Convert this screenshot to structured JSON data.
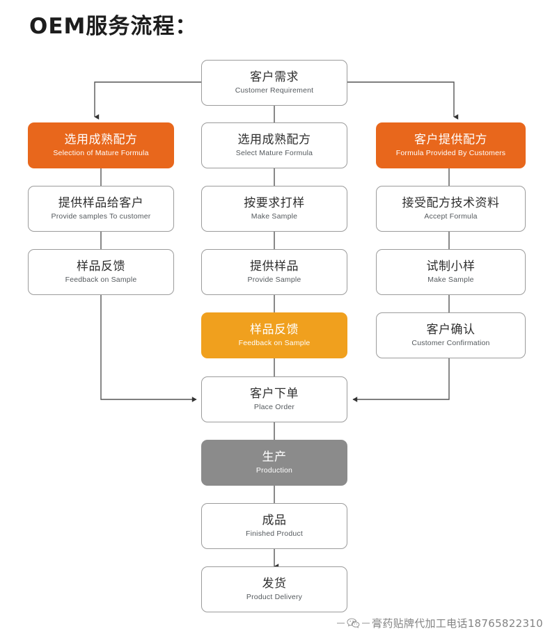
{
  "title": "OEM服务流程：",
  "colors": {
    "orange": "#e8671c",
    "amber": "#f0a01e",
    "gray": "#8b8b8b",
    "box_border": "#9b9b9b",
    "line": "#555555",
    "background": "#ffffff"
  },
  "chart_data": {
    "type": "diagram",
    "title": "OEM服务流程：",
    "orientation": "top-down",
    "columns": [
      "left",
      "center",
      "right"
    ],
    "nodes": [
      {
        "id": "customer-requirement",
        "cn": "客户需求",
        "en": "Customer Requirement",
        "column": "center",
        "style": "plain"
      },
      {
        "id": "selection-mature-formula",
        "cn": "选用成熟配方",
        "en": "Selection of Mature Formula",
        "column": "left",
        "style": "orange"
      },
      {
        "id": "select-mature-formula",
        "cn": "选用成熟配方",
        "en": "Select Mature Formula",
        "column": "center",
        "style": "plain"
      },
      {
        "id": "formula-provided",
        "cn": "客户提供配方",
        "en": "Formula  Provided By Customers",
        "column": "right",
        "style": "orange"
      },
      {
        "id": "provide-samples-customer",
        "cn": "提供样品给客户",
        "en": "Provide samples To customer",
        "column": "left",
        "style": "plain"
      },
      {
        "id": "make-sample-request",
        "cn": "按要求打样",
        "en": "Make Sample",
        "column": "center",
        "style": "plain"
      },
      {
        "id": "accept-formula",
        "cn": "接受配方技术资料",
        "en": "Accept Formula",
        "column": "right",
        "style": "plain"
      },
      {
        "id": "feedback-sample-left",
        "cn": "样品反馈",
        "en": "Feedback on Sample",
        "column": "left",
        "style": "plain"
      },
      {
        "id": "provide-sample",
        "cn": "提供样品",
        "en": "Provide Sample",
        "column": "center",
        "style": "plain"
      },
      {
        "id": "make-sample-trial",
        "cn": "试制小样",
        "en": "Make Sample",
        "column": "right",
        "style": "plain"
      },
      {
        "id": "feedback-sample-center",
        "cn": "样品反馈",
        "en": "Feedback on Sample",
        "column": "center",
        "style": "amber"
      },
      {
        "id": "customer-confirmation",
        "cn": "客户确认",
        "en": "Customer Confirmation",
        "column": "right",
        "style": "plain"
      },
      {
        "id": "place-order",
        "cn": "客户下单",
        "en": "Place Order",
        "column": "center",
        "style": "plain"
      },
      {
        "id": "production",
        "cn": "生产",
        "en": "Production",
        "column": "center",
        "style": "gray"
      },
      {
        "id": "finished-product",
        "cn": "成品",
        "en": "Finished Product",
        "column": "center",
        "style": "plain"
      },
      {
        "id": "product-delivery",
        "cn": "发货",
        "en": "Product Delivery",
        "column": "center",
        "style": "plain"
      }
    ],
    "edges": [
      {
        "from": "customer-requirement",
        "to": "selection-mature-formula",
        "arrow": true
      },
      {
        "from": "customer-requirement",
        "to": "select-mature-formula",
        "arrow": false
      },
      {
        "from": "customer-requirement",
        "to": "formula-provided",
        "arrow": true
      },
      {
        "from": "selection-mature-formula",
        "to": "provide-samples-customer",
        "arrow": false
      },
      {
        "from": "provide-samples-customer",
        "to": "feedback-sample-left",
        "arrow": false
      },
      {
        "from": "feedback-sample-left",
        "to": "place-order",
        "arrow": true
      },
      {
        "from": "select-mature-formula",
        "to": "make-sample-request",
        "arrow": false
      },
      {
        "from": "make-sample-request",
        "to": "provide-sample",
        "arrow": false
      },
      {
        "from": "provide-sample",
        "to": "feedback-sample-center",
        "arrow": false
      },
      {
        "from": "feedback-sample-center",
        "to": "place-order",
        "arrow": false
      },
      {
        "from": "formula-provided",
        "to": "accept-formula",
        "arrow": false
      },
      {
        "from": "accept-formula",
        "to": "make-sample-trial",
        "arrow": false
      },
      {
        "from": "make-sample-trial",
        "to": "customer-confirmation",
        "arrow": false
      },
      {
        "from": "customer-confirmation",
        "to": "place-order",
        "arrow": true
      },
      {
        "from": "place-order",
        "to": "production",
        "arrow": false
      },
      {
        "from": "production",
        "to": "finished-product",
        "arrow": false
      },
      {
        "from": "finished-product",
        "to": "product-delivery",
        "arrow": true
      }
    ]
  },
  "watermark": {
    "icon": "wechat-icon",
    "text": "膏药贴牌代加工电话18765822310"
  }
}
